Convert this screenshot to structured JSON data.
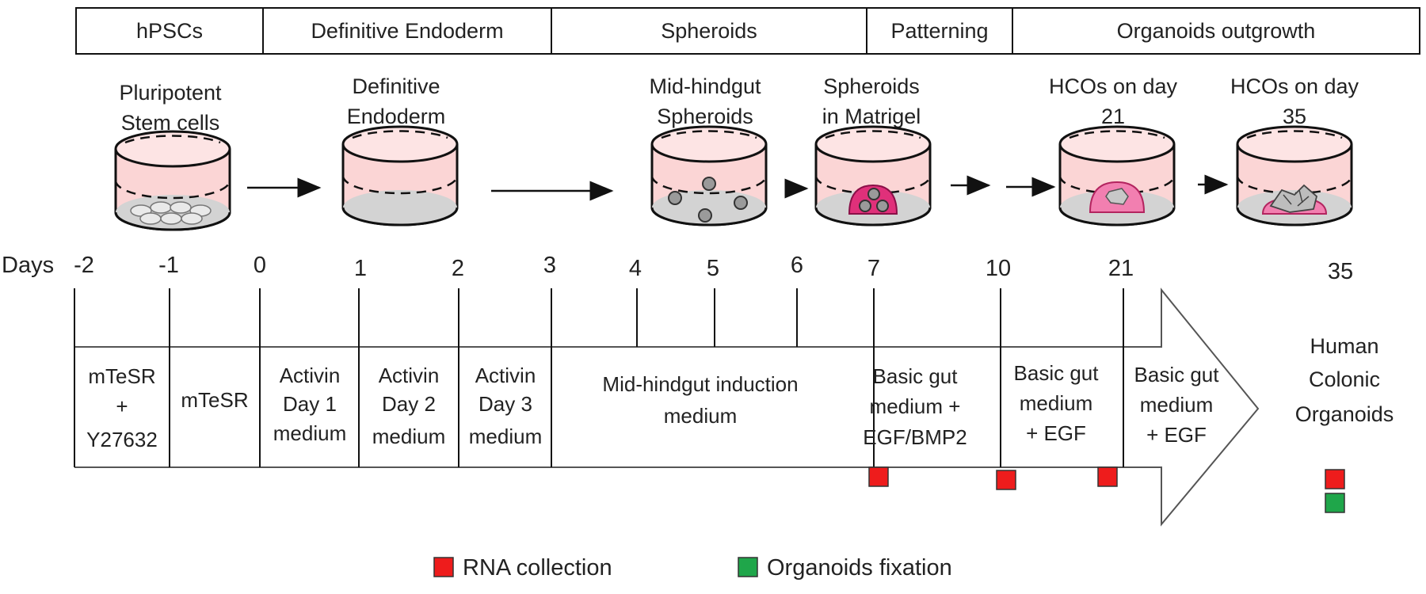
{
  "stages": [
    {
      "label": "hPSCs"
    },
    {
      "label": "Definitive Endoderm"
    },
    {
      "label": "Spheroids"
    },
    {
      "label": "Patterning"
    },
    {
      "label": "Organoids outgrowth"
    }
  ],
  "dishes": [
    {
      "name": "dish-pluripotent-stem-cells",
      "lines": [
        "Pluripotent",
        "Stem cells"
      ]
    },
    {
      "name": "dish-definitive-endoderm",
      "lines": [
        "Definitive",
        "Endoderm"
      ]
    },
    {
      "name": "dish-mid-hindgut-spheroids",
      "lines": [
        "Mid-hindgut",
        "Spheroids"
      ]
    },
    {
      "name": "dish-spheroids-in-matrigel",
      "lines": [
        "Spheroids",
        "in Matrigel"
      ]
    },
    {
      "name": "dish-hcos-day-21",
      "lines": [
        "HCOs on day",
        "21"
      ]
    },
    {
      "name": "dish-hcos-day-35",
      "lines": [
        "HCOs on day",
        "35"
      ]
    }
  ],
  "days_label": "Days",
  "days": [
    "-2",
    "-1",
    "0",
    "1",
    "2",
    "3",
    "4",
    "5",
    "6",
    "7",
    "10",
    "21",
    "35"
  ],
  "media": [
    {
      "name": "medium-mtesr-y27632",
      "lines": [
        "mTeSR",
        "+",
        "Y27632"
      ]
    },
    {
      "name": "medium-mtesr",
      "lines": [
        "mTeSR"
      ]
    },
    {
      "name": "medium-activin-day1",
      "lines": [
        "Activin",
        "Day 1",
        "medium"
      ]
    },
    {
      "name": "medium-activin-day2",
      "lines": [
        "Activin",
        "Day 2",
        "medium"
      ]
    },
    {
      "name": "medium-activin-day3",
      "lines": [
        "Activin",
        "Day 3",
        "medium"
      ]
    },
    {
      "name": "medium-mid-hindgut-induction",
      "lines": [
        "Mid-hindgut induction",
        "medium"
      ]
    },
    {
      "name": "medium-basic-gut-egf-bmp2",
      "lines": [
        "Basic gut",
        "medium +",
        "EGF/BMP2"
      ]
    },
    {
      "name": "medium-basic-gut-egf-1",
      "lines": [
        "Basic gut",
        "medium",
        "+ EGF"
      ]
    },
    {
      "name": "medium-basic-gut-egf-2",
      "lines": [
        "Basic gut",
        "medium",
        "+ EGF"
      ]
    }
  ],
  "outcome": {
    "lines": [
      "Human",
      "Colonic",
      "Organoids"
    ]
  },
  "legend": {
    "rna": {
      "label": "RNA collection",
      "color": "#ee1c1c"
    },
    "fixation": {
      "label": "Organoids fixation",
      "color": "#1fa64a"
    }
  },
  "colors": {
    "dish_fill": "#fbd5d5",
    "dish_floor": "#d3d3d3",
    "matrigel": "#e0307a",
    "cells": "#9a9a9a"
  }
}
